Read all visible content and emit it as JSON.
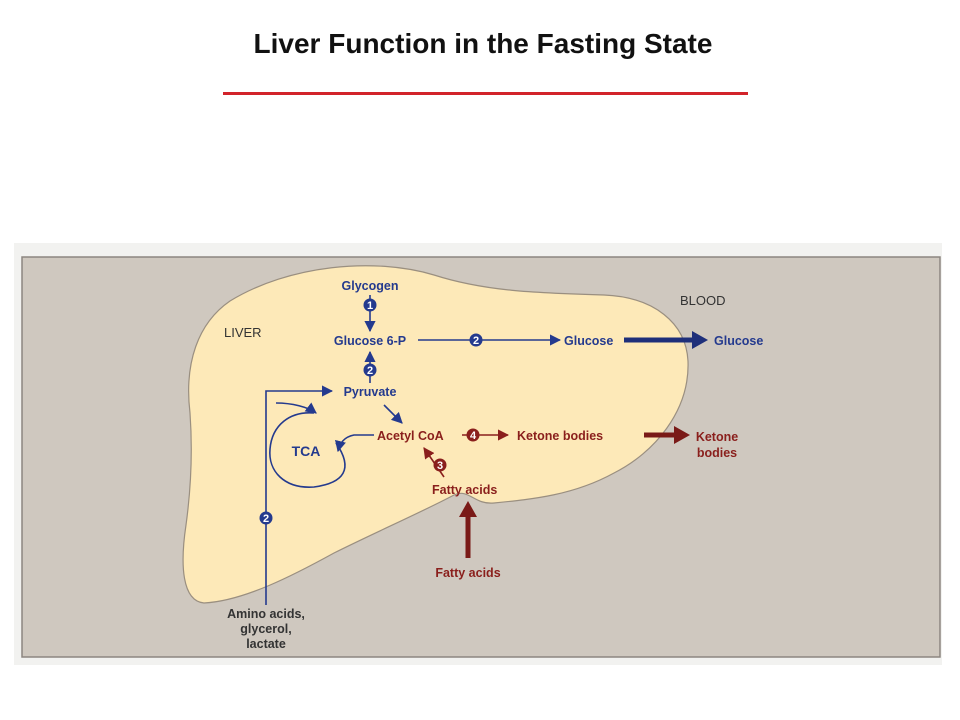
{
  "slide": {
    "title": "Liver Function in the Fasting State"
  },
  "colors": {
    "title_rule": "#d2232a",
    "liver_fill": "#fde9b8",
    "background_panel": "#cfc8bf",
    "glucose_pathway": "#243a8e",
    "fat_pathway": "#8a1f1c"
  },
  "diagram": {
    "regions": {
      "liver": "LIVER",
      "blood": "BLOOD"
    },
    "nodes": {
      "glycogen": "Glycogen",
      "glucose_6p": "Glucose 6-P",
      "glucose_liver": "Glucose",
      "glucose_blood": "Glucose",
      "pyruvate": "Pyruvate",
      "tca": "TCA",
      "acetyl_coa": "Acetyl CoA",
      "ketone_liver": "Ketone bodies",
      "ketone_blood_line1": "Ketone",
      "ketone_blood_line2": "bodies",
      "fatty_acids_liver": "Fatty acids",
      "fatty_acids_blood": "Fatty acids",
      "precursors_line1": "Amino acids,",
      "precursors_line2": "glycerol,",
      "precursors_line3": "lactate"
    },
    "step_markers": {
      "glycogenolysis": "1",
      "glucose_release": "2",
      "gluconeogenesis_pyruvate": "2",
      "gluconeogenesis_precursors": "2",
      "beta_oxidation": "3",
      "ketogenesis": "4"
    }
  }
}
